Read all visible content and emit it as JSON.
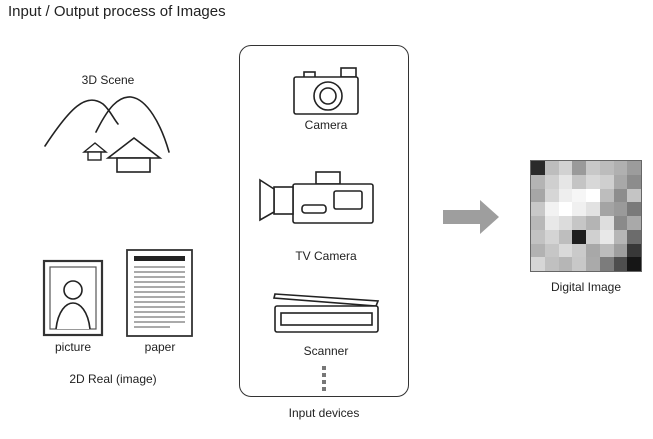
{
  "title": "Input / Output process of Images",
  "scene3d": {
    "label": "3D Scene"
  },
  "scene2d": {
    "picture_label": "picture",
    "paper_label": "paper",
    "caption": "2D Real (image)"
  },
  "devices": {
    "camera_label": "Camera",
    "tv_camera_label": "TV Camera",
    "scanner_label": "Scanner",
    "caption": "Input devices"
  },
  "output": {
    "label": "Digital Image",
    "arrow_color": "#9e9e9e",
    "pixels": [
      [
        "#2a2a2a",
        "#bdbdbd",
        "#d2d2d2",
        "#9a9a9a",
        "#c8c8c8",
        "#bcbcbc",
        "#b0b0b0",
        "#9c9c9c"
      ],
      [
        "#b4b4b4",
        "#cfcfcf",
        "#e6e6e6",
        "#c4c4c4",
        "#d8d8d8",
        "#cfcfcf",
        "#a8a8a8",
        "#8c8c8c"
      ],
      [
        "#a6a6a6",
        "#d6d6d6",
        "#eeeeee",
        "#f6f6f6",
        "#ffffff",
        "#bdbdbd",
        "#8d8d8d",
        "#c4c4c4"
      ],
      [
        "#c8c8c8",
        "#f2f2f2",
        "#ffffff",
        "#f0f0f0",
        "#e2e2e2",
        "#a4a4a4",
        "#9a9a9a",
        "#7a7a7a"
      ],
      [
        "#b8b8b8",
        "#e8e8e8",
        "#dcdcdc",
        "#c6c6c6",
        "#b4b4b4",
        "#dedede",
        "#8a8a8a",
        "#a9a9a9"
      ],
      [
        "#c2c2c2",
        "#d4d4d4",
        "#bebebe",
        "#1e1e1e",
        "#d0d0d0",
        "#e8e8e8",
        "#b6b6b6",
        "#6c6c6c"
      ],
      [
        "#b2b2b2",
        "#c6c6c6",
        "#dadada",
        "#cacaca",
        "#a8a8a8",
        "#bcbcbc",
        "#9e9e9e",
        "#383838"
      ],
      [
        "#d6d6d6",
        "#c0c0c0",
        "#b6b6b6",
        "#c8c8c8",
        "#aaaaaa",
        "#7c7c7c",
        "#4e4e4e",
        "#161616"
      ]
    ]
  }
}
